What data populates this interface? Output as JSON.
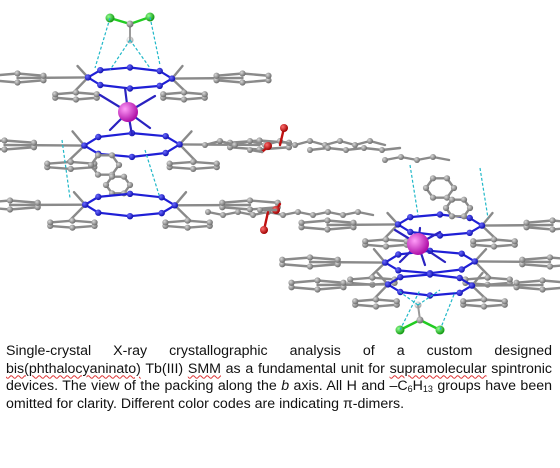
{
  "figure": {
    "description_free": true,
    "atom_colors": {
      "carbon": "#8a8a8a",
      "nitrogen": "#1f1fd6",
      "oxygen": "#d21414",
      "terbium": "#e020d8",
      "chlorine": "#22cc22",
      "hydrogen": "#d8d8d8",
      "contact": "#20b8c8"
    }
  },
  "caption": {
    "line1": "Single-crystal X-ray crystallographic analysis of a custom designed",
    "line2_squiggly": "bis(phthalocyaninato)",
    "line2_rest_a": " Tb(III) ",
    "line2_squiggly_b": "SMM",
    "line2_rest_b": " as a fundamental unit for ",
    "line2_squiggly_c": "supramolecular",
    "line3_a": "spintronic devices. The view of the packing along the ",
    "line3_italic": "b",
    "line3_b": " axis. All H and –C",
    "sub1": "6",
    "line3_c": "H",
    "sub2": "13",
    "line4": "groups have been omitted for clarity. Different color codes are indicating π-",
    "line5": "dimers."
  }
}
